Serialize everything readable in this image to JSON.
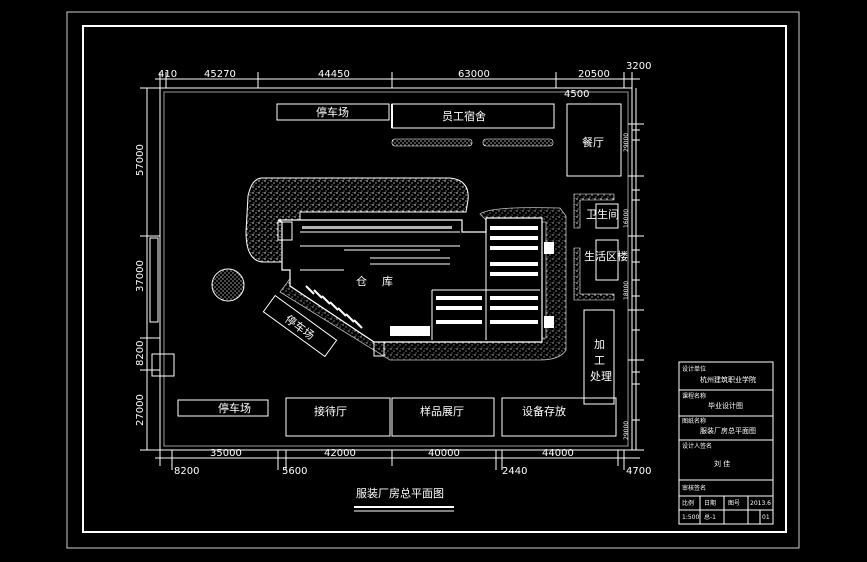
{
  "drawing": {
    "title": "服装厂房总平面图",
    "top_dims": [
      "410",
      "45270",
      "44450",
      "63000",
      "20500",
      "3200",
      "4500"
    ],
    "bottom_dims": [
      "8200",
      "35000",
      "5600",
      "42000",
      "40000",
      "2440",
      "44000",
      "4700"
    ],
    "left_dims": [
      "57000",
      "37000",
      "8200",
      "27000"
    ],
    "right_dims": [
      "29000",
      "16000",
      "18000",
      "29000"
    ],
    "buildings": {
      "parking_top": "停车场",
      "dormitory": "员工宿舍",
      "canteen": "餐厅",
      "toilet": "卫生间",
      "residence_admin": "生活区楼",
      "warehouse_char1": "仓",
      "warehouse_char2": "库",
      "parking_diag": "停车场",
      "processing": "加工处理",
      "parking_bottom": "停车场",
      "reception": "接待厅",
      "showroom": "样品展厅",
      "equipment": "设备存放"
    }
  },
  "title_block": {
    "school_label": "设计单位",
    "school": "杭州建筑职业学院",
    "course_label": "课程名称",
    "course": "毕业设计图",
    "drawing_label": "图纸名称",
    "drawing_name": "服装厂房总平面图",
    "designer_label": "设计人签名",
    "designer": "刘  佳",
    "approval_label": "审核签名",
    "scale_label": "比例",
    "date_label": "日期",
    "sheet_label": "图号",
    "scale": "1:500",
    "date": "2013.6",
    "sheet_no": "总-1",
    "extra": "01"
  },
  "colors": {
    "background": "#000000",
    "frame": "#ffffff",
    "desktop": "#d4d0c8"
  }
}
